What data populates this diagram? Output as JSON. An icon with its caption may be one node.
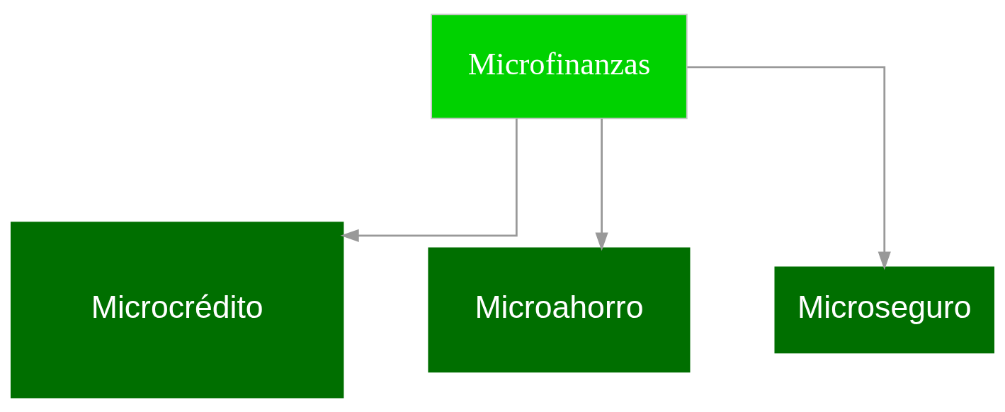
{
  "diagram": {
    "nodes": [
      {
        "text": [
          "Microfinanzas"
        ]
      },
      {
        "text": [
          "Microcrédito"
        ]
      },
      {
        "text": [
          "Microahorro"
        ]
      },
      {
        "text": [
          "Microseguro"
        ]
      }
    ],
    "edges": [
      {
        "from": 0,
        "to": 1,
        "arrow": "to"
      },
      {
        "from": 0,
        "to": 2,
        "arrow": "to"
      },
      {
        "from": 0,
        "to": 3,
        "arrow": "to"
      }
    ]
  }
}
